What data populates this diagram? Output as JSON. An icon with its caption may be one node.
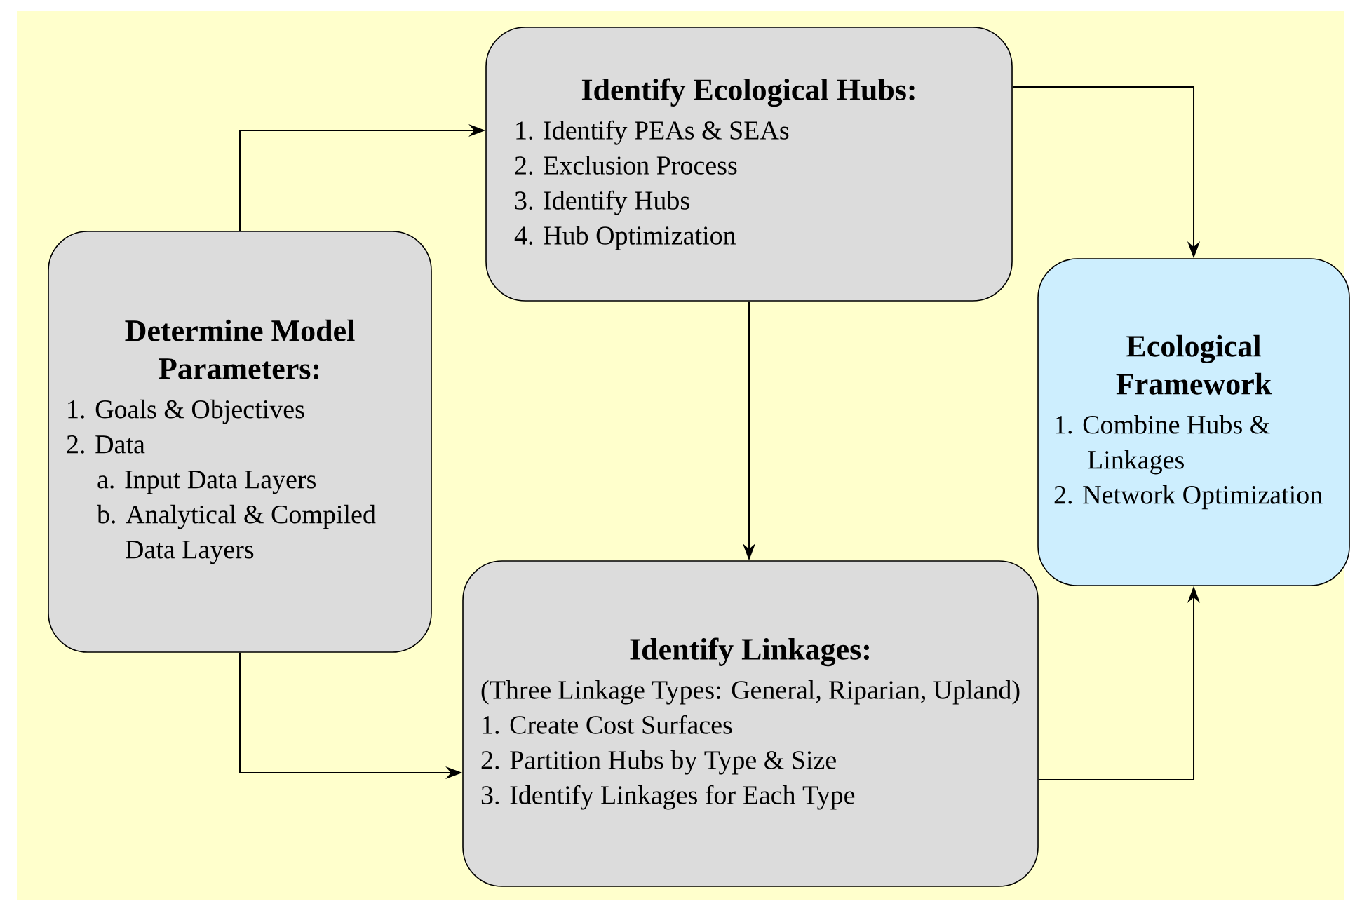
{
  "diagram": {
    "nodes": [
      {
        "text": [
          "Determine Model Parameters:",
          "1. Goals & Objectives",
          "2. Data",
          "a. Input Data Layers",
          "b. Analytical & Compiled Data Layers"
        ]
      },
      {
        "text": [
          "Identify Ecological Hubs:",
          "1. Identify PEAs & SEAs",
          "2. Exclusion Process",
          "3. Identify Hubs",
          "4. Hub Optimization"
        ]
      },
      {
        "text": [
          "Identify Linkages:",
          "(Three Linkage Types: General, Riparian, Upland)",
          "1. Create Cost Surfaces",
          "2. Partition Hubs by Type & Size",
          "3. Identify Linkages for Each Type"
        ]
      },
      {
        "text": [
          "Ecological Framework",
          "1. Combine Hubs & Linkages",
          "2. Network Optimization"
        ]
      }
    ],
    "edges": [
      {
        "from": 0,
        "to": 1,
        "arrow": "to"
      },
      {
        "from": 1,
        "to": 3,
        "arrow": "to"
      },
      {
        "from": 1,
        "to": 2,
        "arrow": "to"
      },
      {
        "from": 0,
        "to": 2,
        "arrow": "to"
      },
      {
        "from": 2,
        "to": 3,
        "arrow": "to"
      }
    ]
  }
}
